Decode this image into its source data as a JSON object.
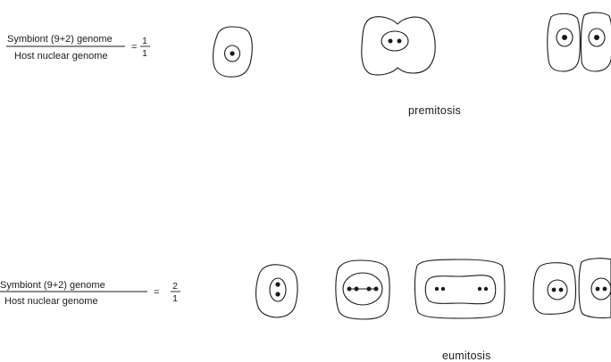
{
  "panels": [
    {
      "id": "top",
      "ratio": {
        "numerator": "Symbiont (9+2) genome",
        "denominator": "Host nuclear genome",
        "equals": "=",
        "value_numerator": "1",
        "value_denominator": "1"
      },
      "caption": "premitosis"
    },
    {
      "id": "bottom",
      "ratio": {
        "numerator": "Symbiont (9+2) genome",
        "denominator": "Host nuclear genome",
        "equals": "=",
        "value_numerator": "2",
        "value_denominator": "1"
      },
      "caption": "eumitosis"
    }
  ]
}
